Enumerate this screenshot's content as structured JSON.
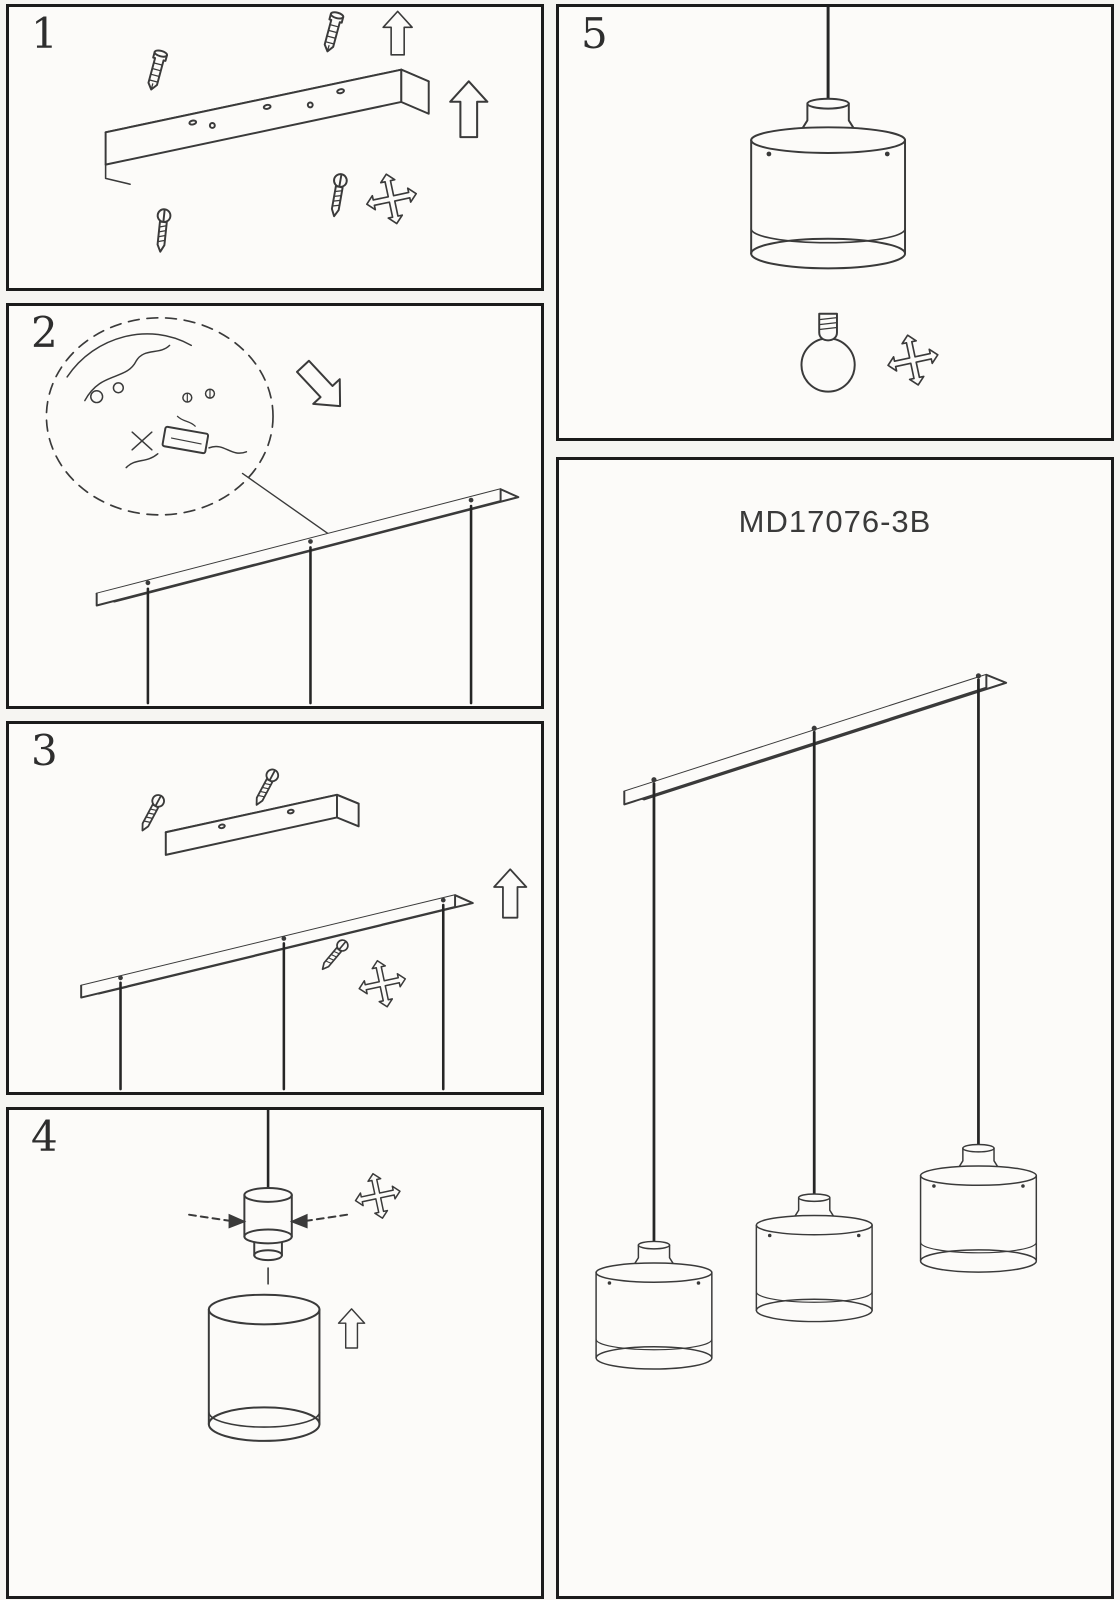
{
  "colors": {
    "page_background": "#f6f5f2",
    "panel_background": "#fcfbf9",
    "panel_border": "#1b1b1b",
    "ink": "#3a3a3a",
    "cord": "#262626"
  },
  "steps": [
    {
      "label": "1"
    },
    {
      "label": "2"
    },
    {
      "label": "3"
    },
    {
      "label": "4"
    },
    {
      "label": "5"
    }
  ],
  "product": {
    "model_label": "MD17076-3B"
  }
}
